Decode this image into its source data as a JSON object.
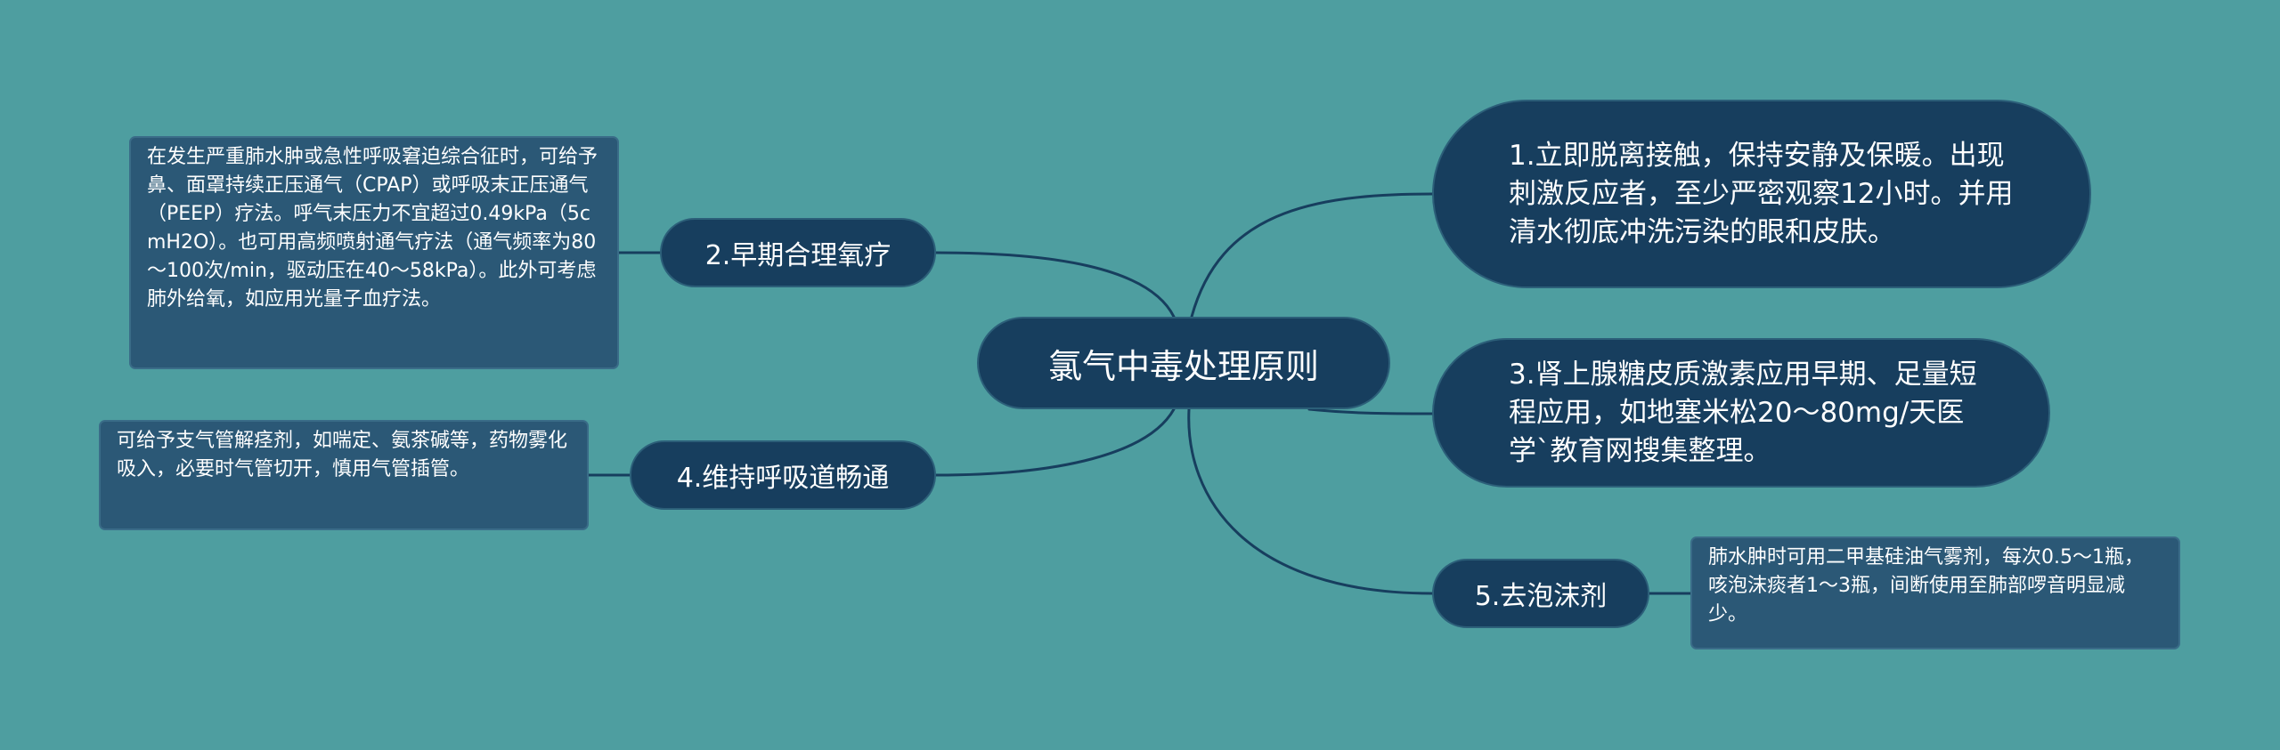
{
  "central_topic": "氯气中毒处理原则",
  "branches": [
    {
      "label": "1.立即脱离接触，保持安静及保暖。出现刺激反应者，至少严密观察12小时。并用清水彻底冲洗污染的眼和皮肤。"
    },
    {
      "label": "2.早期合理氧疗",
      "note": "在发生严重肺水肿或急性呼吸窘迫综合征时，可给予鼻、面罩持续正压通气（CPAP）或呼吸末正压通气（PEEP）疗法。呼气末压力不宜超过0.49kPa（5cmH2O）。也可用高频喷射通气疗法（通气频率为80～100次/min，驱动压在40～58kPa）。此外可考虑肺外给氧，如应用光量子血疗法。"
    },
    {
      "label": "3.肾上腺糖皮质激素应用早期、足量短程应用，如地塞米松20～80mg/天医学`教育网搜集整理。"
    },
    {
      "label": "4.维持呼吸道畅通",
      "note": "可给予支气管解痉剂，如喘定、氨茶碱等，药物雾化吸入，必要时气管切开，慎用气管插管。"
    },
    {
      "label": "5.去泡沫剂",
      "note": "肺水肿时可用二甲基硅油气雾剂，每次0.5～1瓶，咳泡沫痰者1～3瓶，间断使用至肺部啰音明显减少。"
    }
  ],
  "colors": {
    "background": "#4e9ea0",
    "node_fill": "#173e5e",
    "note_fill": "#2b5876",
    "connector": "#173e5e"
  }
}
